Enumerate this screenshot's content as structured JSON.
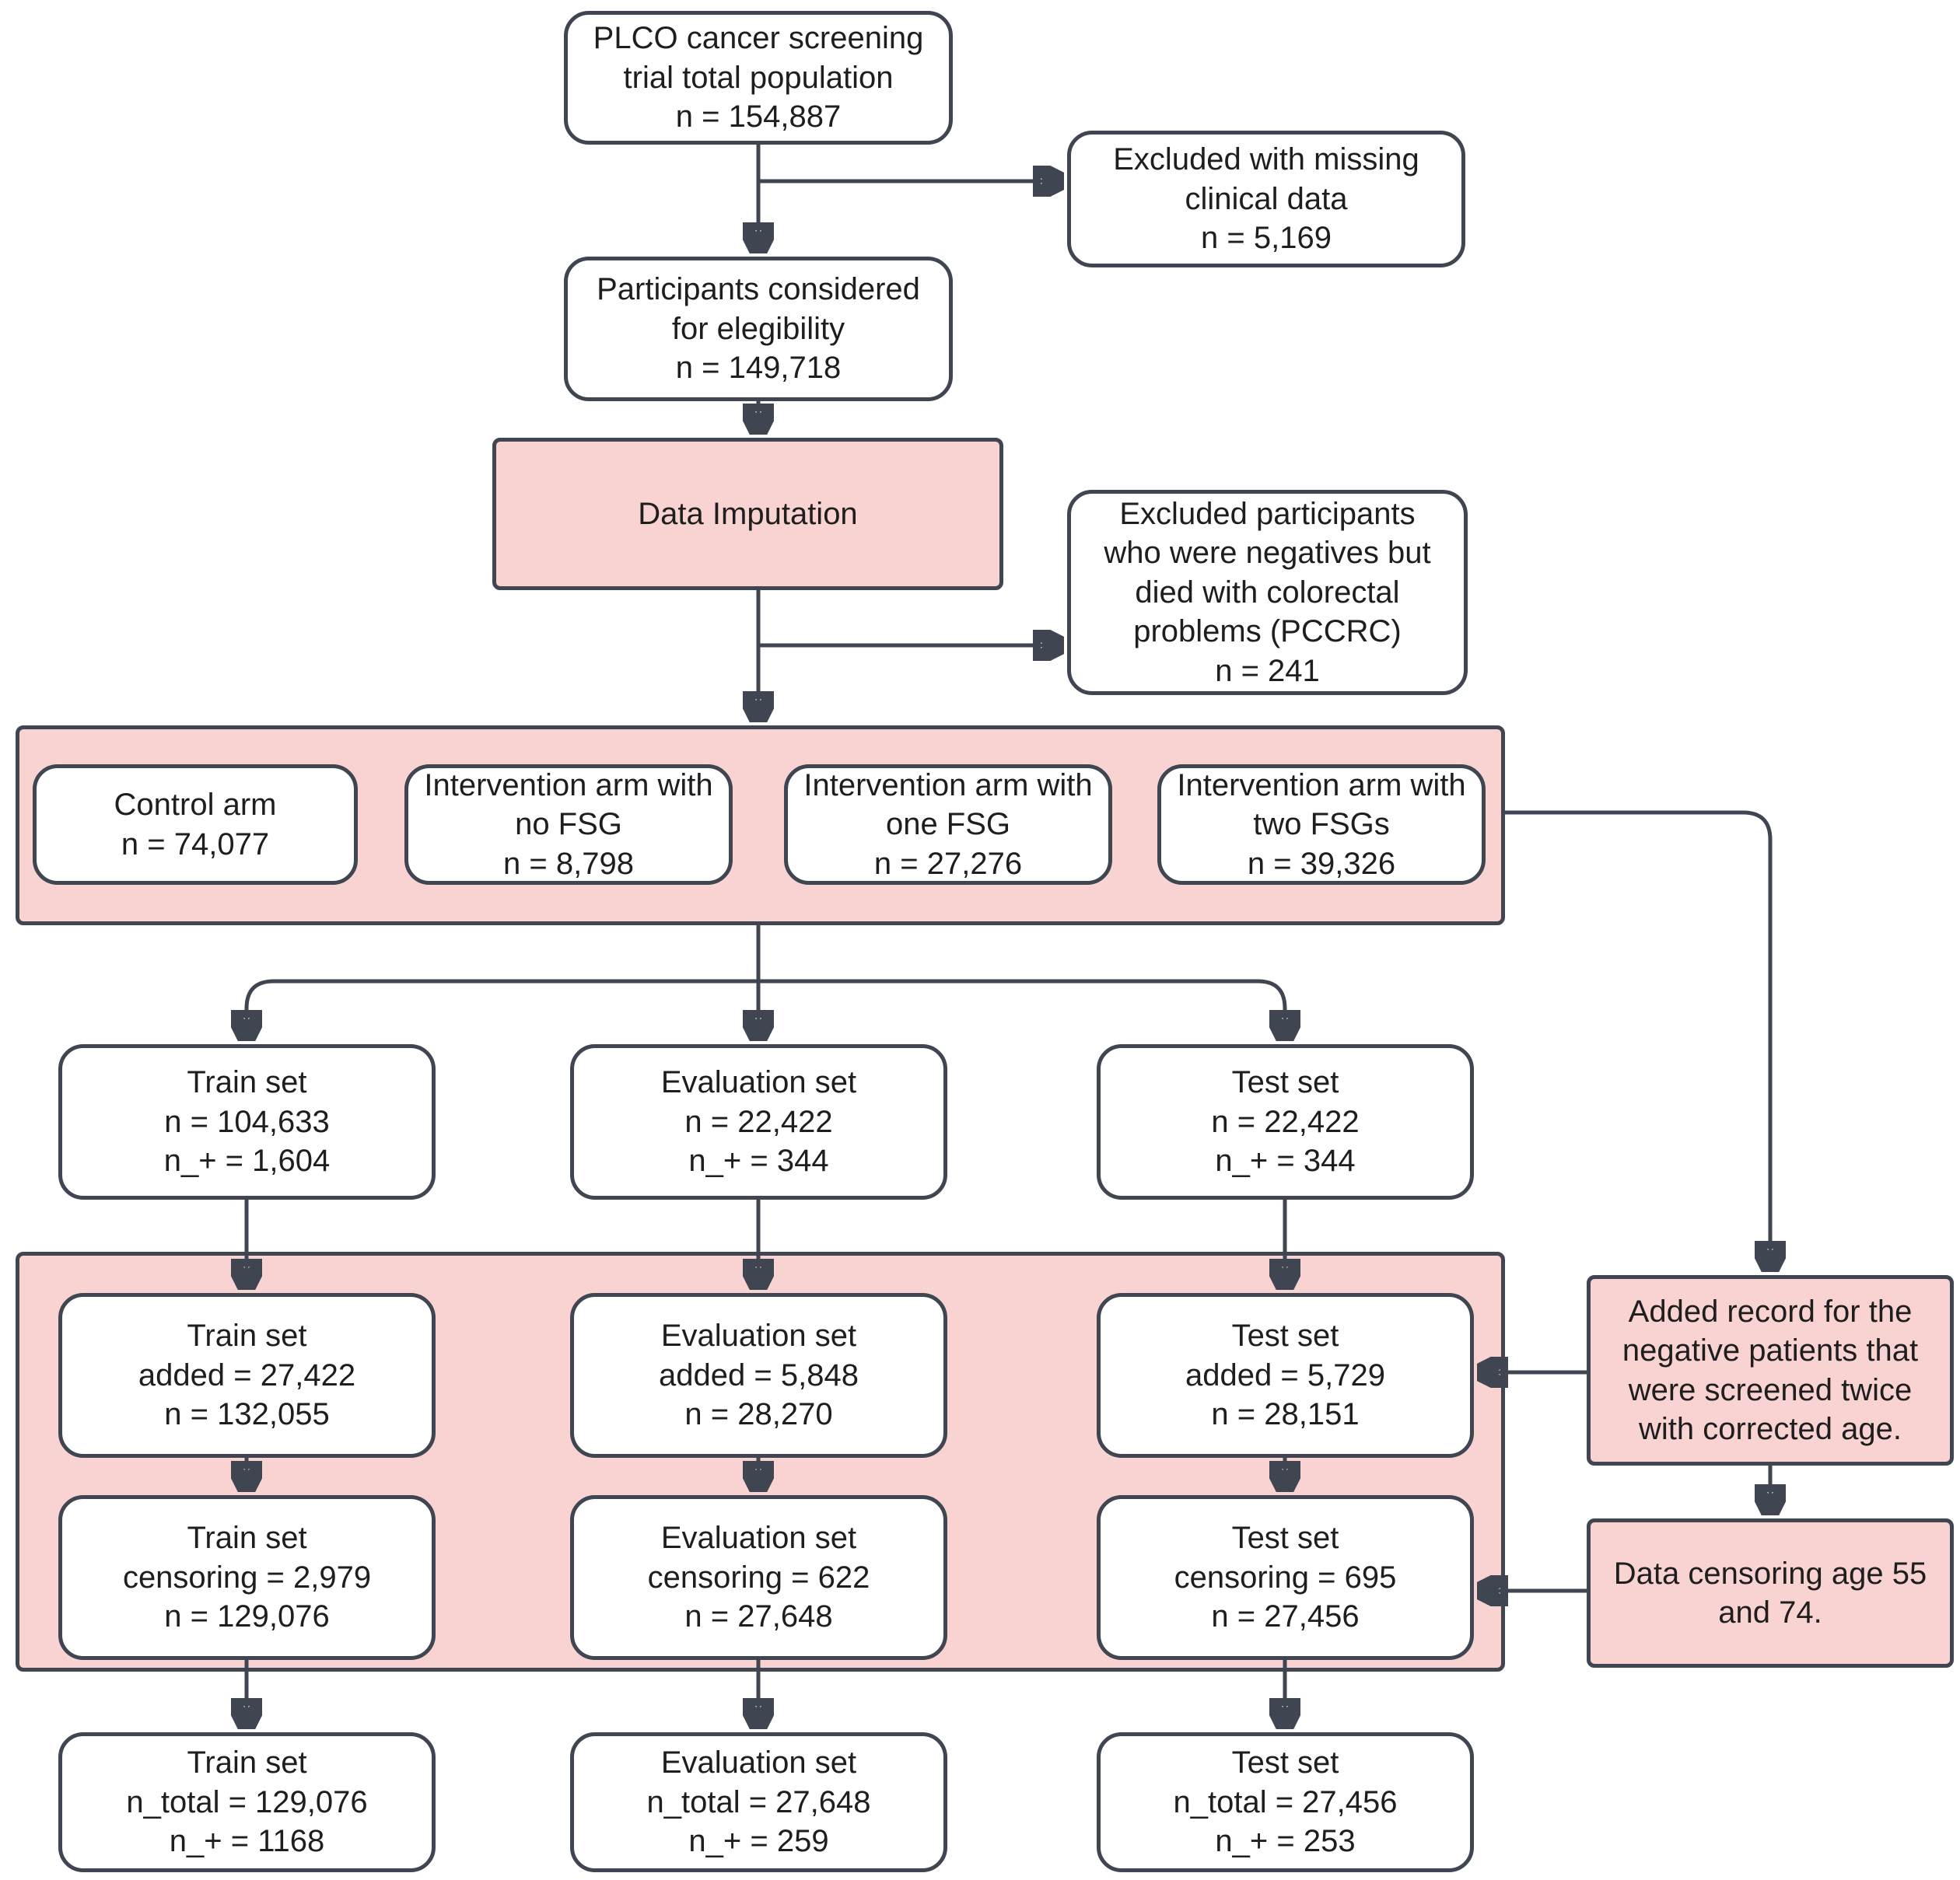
{
  "colors": {
    "border": "#3f4651",
    "pink_fill": "#f9d2d2",
    "white_fill": "#ffffff",
    "text": "#1e1e1e",
    "background": "#ffffff"
  },
  "nodes": {
    "total_population": {
      "text": "PLCO cancer screening\ntrial total population\nn = 154,887"
    },
    "excluded_missing": {
      "text": "Excluded with missing\nclinical data\nn = 5,169"
    },
    "participants_considered": {
      "text": "Participants considered\nfor elegibility\nn = 149,718"
    },
    "data_imputation": {
      "text": "Data Imputation"
    },
    "excluded_pccrc": {
      "text": "Excluded participants\nwho were negatives but\ndied with colorectal\nproblems (PCCRC)\nn = 241"
    },
    "control_arm": {
      "text": "Control arm\nn = 74,077"
    },
    "arm_no_fsg": {
      "text": "Intervention arm with\nno FSG\nn = 8,798"
    },
    "arm_one_fsg": {
      "text": "Intervention arm with\none FSG\nn = 27,276"
    },
    "arm_two_fsg": {
      "text": "Intervention arm with\ntwo FSGs\nn = 39,326"
    },
    "train_initial": {
      "text": "Train set\nn = 104,633\nn_+ = 1,604"
    },
    "evaluation_initial": {
      "text": "Evaluation set\nn = 22,422\nn_+ = 344"
    },
    "test_initial": {
      "text": "Test set\nn = 22,422\nn_+ = 344"
    },
    "train_added": {
      "text": "Train set\nadded = 27,422\nn = 132,055"
    },
    "evaluation_added": {
      "text": "Evaluation set\nadded = 5,848\nn = 28,270"
    },
    "test_added": {
      "text": "Test set\nadded = 5,729\nn = 28,151"
    },
    "train_censoring": {
      "text": "Train set\ncensoring = 2,979\nn = 129,076"
    },
    "evaluation_censoring": {
      "text": "Evaluation set\ncensoring = 622\nn = 27,648"
    },
    "test_censoring": {
      "text": "Test set\ncensoring = 695\nn = 27,456"
    },
    "train_final": {
      "text": "Train set\nn_total = 129,076\nn_+ = 1168"
    },
    "evaluation_final": {
      "text": "Evaluation set\nn_total = 27,648\nn_+ = 259"
    },
    "test_final": {
      "text": "Test set\nn_total = 27,456\nn_+ = 253"
    },
    "added_record_note": {
      "text": "Added record for the\nnegative patients that\nwere screened twice\nwith corrected age."
    },
    "data_censoring_note": {
      "text": "Data censoring age 55\nand 74."
    }
  }
}
